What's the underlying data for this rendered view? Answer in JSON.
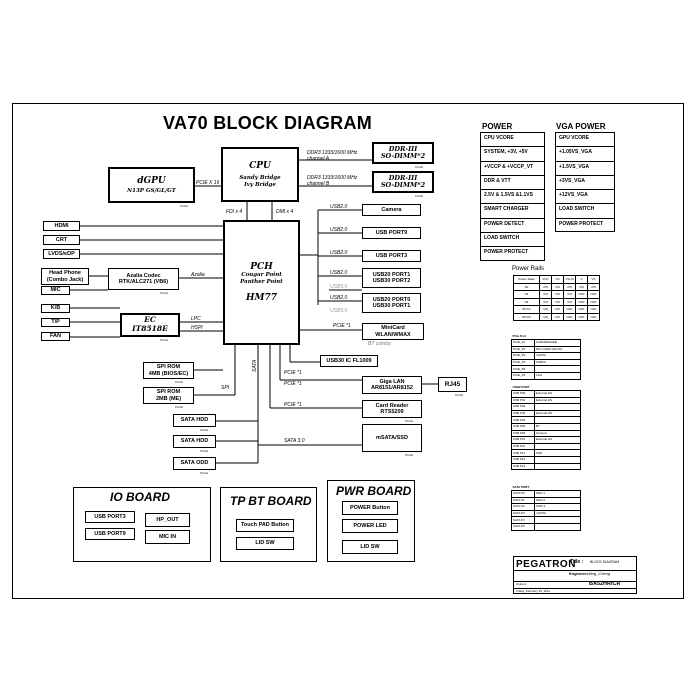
{
  "title": "VA70 BLOCK DIAGRAM",
  "cpu": {
    "title": "CPU",
    "line1": "Sandy Bridge",
    "line2": "Ivy Bridge"
  },
  "dimm_a": {
    "line1": "DDR-III",
    "line2": "SO-DIMM*2",
    "bus": "DDR3 1333/1600 MHz",
    "channel": "channel A"
  },
  "dimm_b": {
    "line1": "DDR-III",
    "line2": "SO-DIMM*2",
    "bus": "DDR3 1333/1600 MHz",
    "channel": "channel B"
  },
  "dgpu": {
    "title": "dGPU",
    "model": "N13P GS/GL/GT",
    "link": "PCIE X 16"
  },
  "pch": {
    "title": "PCH",
    "line1": "Cougar Point",
    "line2": "Panther Point",
    "chip": "HM77"
  },
  "links": {
    "fdi": "FDI x 4",
    "dmi": "DMI x 4",
    "azalia": "Azalia",
    "lpc": "LPC",
    "hspi": "HSPI",
    "spi": "SPI",
    "sata": "SATA"
  },
  "left_ports": {
    "hdmi": "HDMI",
    "crt": "CRT",
    "lvds": "LVDS/eDP"
  },
  "codec": {
    "line1": "Azalia Codec",
    "line2": "RTK/ALC271 (VB6)"
  },
  "headphone": {
    "line1": "Head Phone",
    "line2": "(Combo Jack)"
  },
  "mic": "MIC",
  "kb": "K/B",
  "tp": "T/P",
  "fan": "FAN",
  "ec": {
    "line1": "EC",
    "line2": "IT8518E"
  },
  "spirom1": {
    "line1": "SPI ROM",
    "line2": "4MB (BIOS/EC)"
  },
  "spirom2": {
    "line1": "SPI ROM",
    "line2": "2MB (ME)"
  },
  "sata_hdd1": "SATA HDD",
  "sata_hdd2": "SATA HDD",
  "sata_odd": "SATA ODD",
  "usb": {
    "camera": "Camera",
    "port9": "USB PORT9",
    "port3": "USB PORT3",
    "port12_l1": "USB20 PORT1",
    "port12_l2": "USB30 PORT2",
    "port01_l1": "USB20 PORT0",
    "port01_l2": "USB30 PORT1",
    "bus": "USB2.0",
    "bus3": "USB3.0"
  },
  "minicard": {
    "line1": "MiniCard",
    "line2": "WLAN/WMAX",
    "bus": "PCIE *1",
    "bt": "BT combo"
  },
  "usb30ic": "USB30 IC FL1009",
  "lan": {
    "line1": "Giga LAN",
    "line2": "AR8151/AR8152",
    "bus": "PCIE *1"
  },
  "rj45": "RJ45",
  "cardreader": {
    "line1": "Card Reader",
    "line2": "RTS5209",
    "bus": "PCIE *1"
  },
  "msata": {
    "label": "mSATA/SSD",
    "bus": "SATA 3.0"
  },
  "pcie_extra": "PCIE *1",
  "power": {
    "title": "POWER",
    "items": [
      "CPU VCORE",
      "SYSTEM, +3V, +5V",
      "+VCCP & +VCCP_VT",
      "DDR & VTT",
      "2.5V & 1.5VS &1.1VS",
      "SMART CHARGER",
      "POWER DETECT",
      "LOAD SWITCH",
      "POWER PROTECT"
    ]
  },
  "vga_power": {
    "title": "VGA POWER",
    "items": [
      "GPU VCORE",
      "+1.05VS_VGA",
      "+1.5VS_VGA",
      "+3VS_VGA",
      "+12VS_VGA",
      "LOAD SWITCH",
      "POWER PROTECT"
    ]
  },
  "rails": {
    "title": "Power Rails",
    "rows": [
      [
        "Power State",
        "VCC",
        "VS",
        "VSUS",
        "V",
        "VS"
      ],
      [
        "S0",
        "ON",
        "ON",
        "ON",
        "ON",
        "ON"
      ],
      [
        "S3",
        "ON",
        "ON",
        "ON",
        "OFF",
        "OFF"
      ],
      [
        "S4",
        "ON",
        "ON",
        "ON",
        "OFF",
        "OFF"
      ],
      [
        "S5 AC",
        "ON",
        "ON",
        "OFF",
        "OFF",
        "OFF"
      ],
      [
        "S5 DC",
        "ON",
        "ON",
        "OFF",
        "OFF",
        "OFF"
      ]
    ]
  },
  "pcie_table": {
    "title": "PCIe Port",
    "rows": [
      [
        "PCIE_P1",
        "CARDREADER"
      ],
      [
        "PCIE_P2",
        "Mini CARD (WLAN)"
      ],
      [
        "PCIE_P3",
        "mSATA"
      ],
      [
        "PCIE_P4",
        "USB30"
      ],
      [
        "PCIE_P5",
        ""
      ],
      [
        "PCIE_P6",
        "LAN"
      ]
    ]
  },
  "usb_table": {
    "title": "USB2 PORT",
    "rows": [
      [
        "USB P00",
        "External HS"
      ],
      [
        "USB P01",
        "External HS"
      ],
      [
        "USB P02",
        ""
      ],
      [
        "USB P03",
        "External HS"
      ],
      [
        "USB P04",
        ""
      ],
      [
        "USB P05",
        "BT"
      ],
      [
        "USB P06",
        "Camera"
      ],
      [
        "USB P07",
        "External HS"
      ],
      [
        "USB P10",
        ""
      ],
      [
        "USB P11",
        "SSD"
      ],
      [
        "USB P12",
        ""
      ],
      [
        "USB P13",
        ""
      ]
    ]
  },
  "sata_table": {
    "title": "SATA PORT",
    "rows": [
      [
        "SATA P0",
        "HDD 1"
      ],
      [
        "SATA P1",
        "HDD 2"
      ],
      [
        "SATA P2",
        "ODD 3"
      ],
      [
        "SATA P3",
        "mSATA"
      ],
      [
        "SATA P4",
        ""
      ],
      [
        "SATA P5",
        ""
      ]
    ]
  },
  "io_board": {
    "title": "IO BOARD",
    "usb3": "USB PORT3",
    "usb9": "USB PORT9",
    "hpout": "HP_OUT",
    "micin": "MIC IN"
  },
  "tp_board": {
    "title": "TP BT BOARD",
    "touchpad": "Touch PAD Button",
    "lidsw": "LID SW"
  },
  "pwr_board": {
    "title": "PWR BOARD",
    "btn": "POWER Button",
    "led": "POWER LED",
    "lidsw": "LID SW"
  },
  "titleblock": {
    "company": "PEGATRON",
    "title_label": "Title :",
    "title_value": "BLOCK DIAGRAM",
    "engineer_label": "Engineer:",
    "engineer_value": "Wing_Cheng",
    "project": "BA52HR/CR",
    "size": "Custom",
    "date": "Friday, February 25, 2011"
  },
  "page_tag": "PAGE"
}
